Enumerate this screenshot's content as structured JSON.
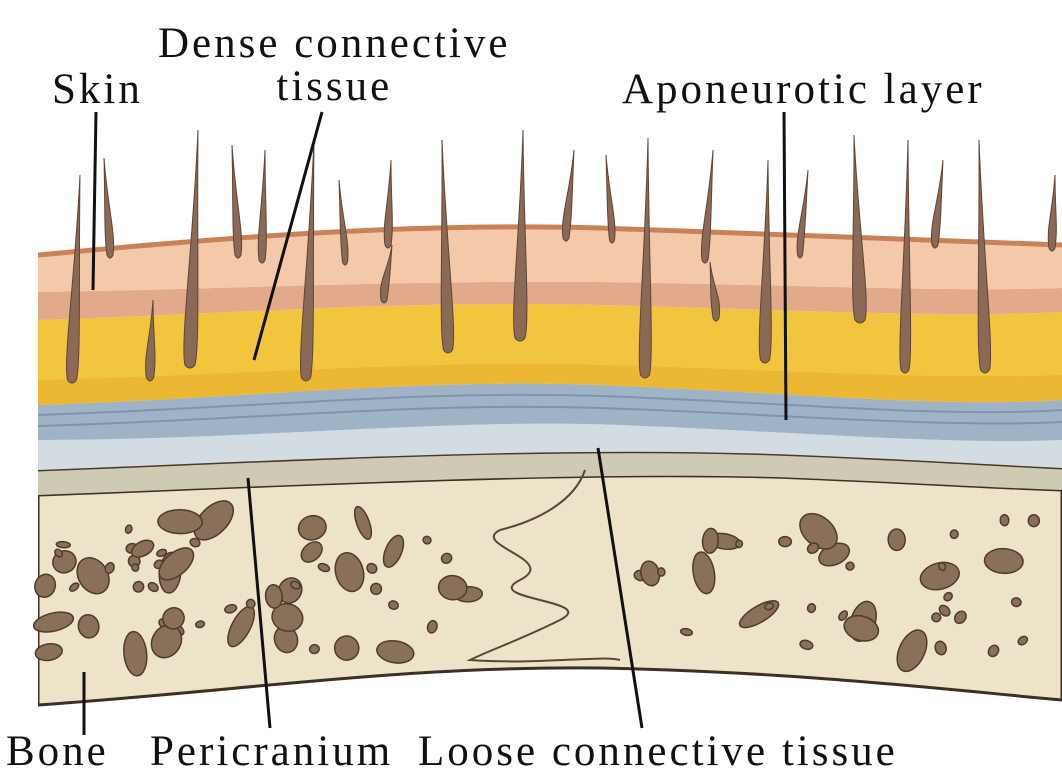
{
  "labels": {
    "skin": "Skin",
    "dense_line1": "Dense connective",
    "dense_line2": "tissue",
    "aponeurotic": "Aponeurotic layer",
    "bone": "Bone",
    "pericranium": "Pericranium",
    "loose": "Loose connective tissue"
  },
  "colors": {
    "skin_outer": "#c98257",
    "skin": "#f3c9a9",
    "dermis_band": "#e2a98a",
    "dense_tissue": "#f2c53e",
    "dense_tissue_dark": "#e7ad2a",
    "aponeurosis": "#9fb3c6",
    "loose_tissue": "#d3dbe3",
    "pericranium": "#cfcab4",
    "bone": "#ece3c8",
    "bone_cavity": "#8a6f59",
    "hair": "#8a6a56",
    "leader_line": "#111111"
  }
}
